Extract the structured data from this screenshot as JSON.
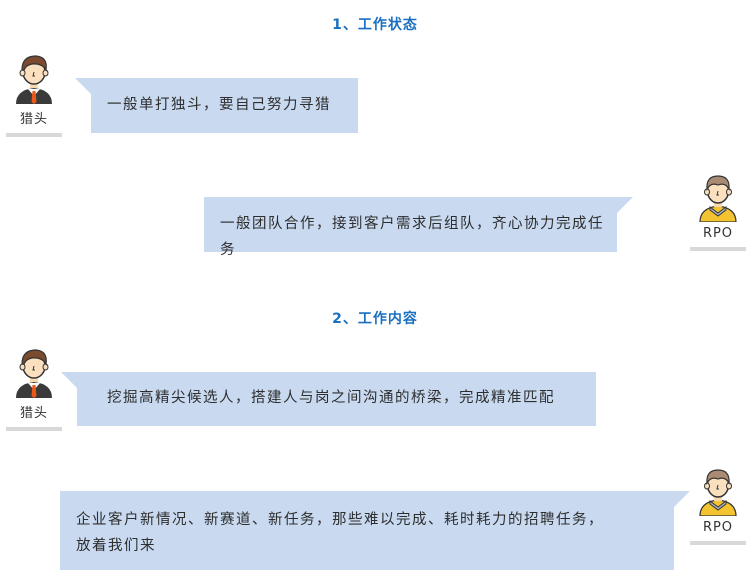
{
  "sections": [
    {
      "title": "1、工作状态",
      "messages": [
        {
          "speaker": "猎头",
          "avatar": "headhunter-avatar",
          "side": "left",
          "text": "一般单打独斗，要自己努力寻猎"
        },
        {
          "speaker": "RPO",
          "avatar": "rpo-avatar",
          "side": "right",
          "text": "一般团队合作，接到客户需求后组队，齐心协力完成任务"
        }
      ]
    },
    {
      "title": "2、工作内容",
      "messages": [
        {
          "speaker": "猎头",
          "avatar": "headhunter-avatar",
          "side": "left",
          "text": "挖掘高精尖候选人，搭建人与岗之间沟通的桥梁，完成精准匹配"
        },
        {
          "speaker": "RPO",
          "avatar": "rpo-avatar",
          "side": "right",
          "text_line1": "企业客户新情况、新赛道、新任务，那些难以完成、耗时耗力的招聘任务，",
          "text_line2": "放着我们来"
        }
      ]
    }
  ],
  "colors": {
    "title": "#1a6fc0",
    "bubble": "#c8d9f0",
    "underline": "#d8d8d8",
    "text": "#2e2e2e"
  }
}
